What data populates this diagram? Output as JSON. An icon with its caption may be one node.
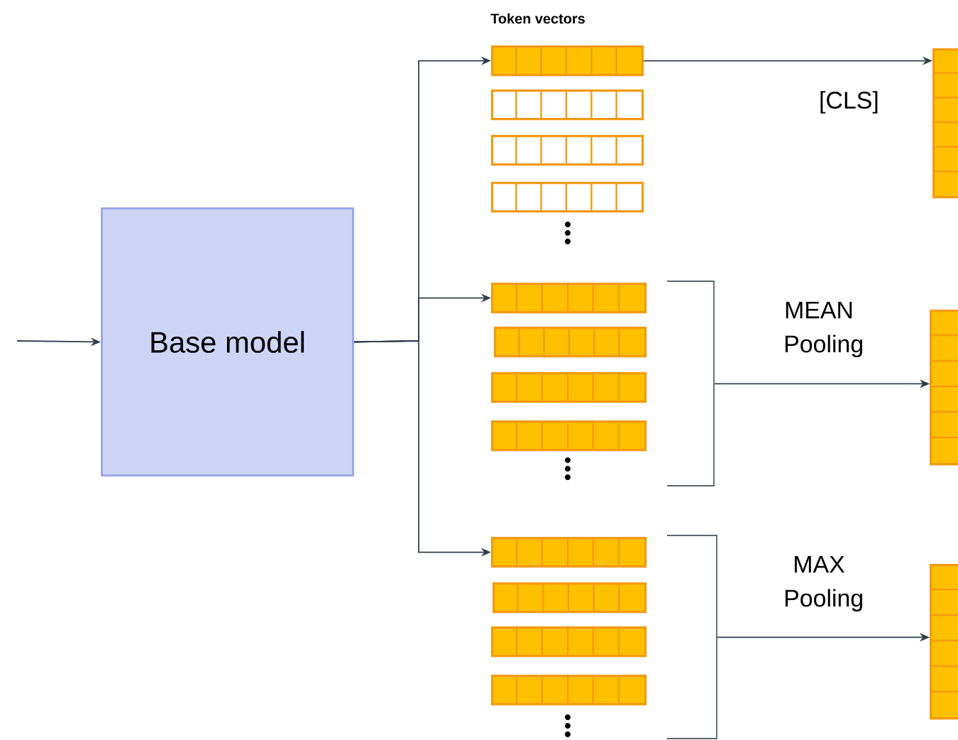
{
  "diagram": {
    "nodes": [
      {
        "text": [
          "Base model"
        ]
      },
      {
        "text": [],
        "shape": "bar"
      },
      {
        "text": [],
        "shape": "box"
      },
      {
        "text": [],
        "shape": "box"
      },
      {
        "text": [],
        "shape": "box"
      },
      {
        "text": [],
        "shape": "bar"
      },
      {
        "text": [],
        "shape": "bar"
      },
      {
        "text": [],
        "shape": "bar"
      },
      {
        "text": [],
        "shape": "bar"
      },
      {
        "text": [],
        "shape": "bar"
      },
      {
        "text": [],
        "shape": "bracket"
      },
      {
        "text": [],
        "shape": "bar"
      },
      {
        "text": [],
        "shape": "bar"
      },
      {
        "text": [],
        "shape": "bar"
      },
      {
        "text": [],
        "shape": "bar"
      },
      {
        "text": [],
        "shape": "bar"
      },
      {
        "text": [],
        "shape": "bracket"
      },
      {
        "text": [],
        "shape": "bar"
      }
    ],
    "edges": [
      {
        "from": null,
        "to": 0,
        "arrow": "to"
      },
      {
        "from": 0,
        "to": 1,
        "arrow": "to"
      },
      {
        "from": 0,
        "to": 6,
        "arrow": "to"
      },
      {
        "from": 0,
        "to": 12,
        "arrow": "to"
      },
      {
        "from": 1,
        "to": 5,
        "arrow": "to",
        "label": "[CLS]"
      },
      {
        "from": 10,
        "to": 11,
        "arrow": "to",
        "label": "MEAN Pooling"
      },
      {
        "from": 16,
        "to": 17,
        "arrow": "to",
        "label": "MAX Pooling"
      }
    ],
    "labels": [
      "Token vectors"
    ]
  }
}
